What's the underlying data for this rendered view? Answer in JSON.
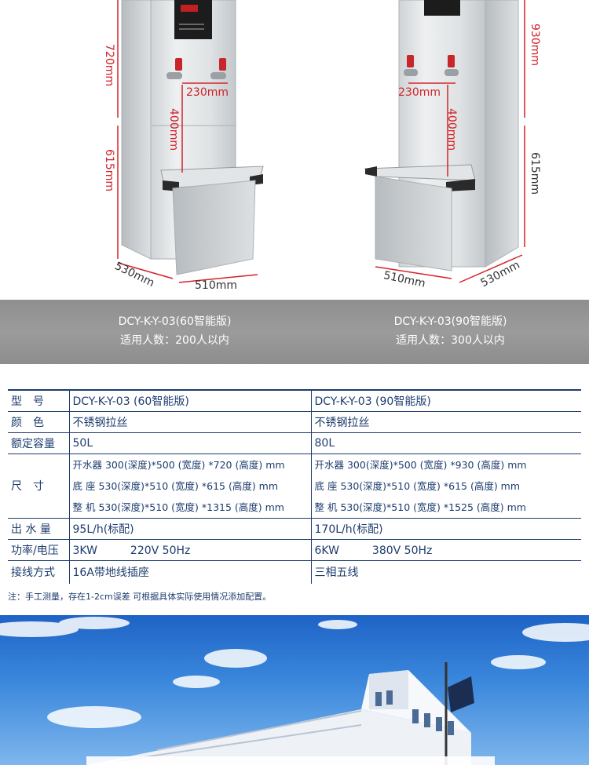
{
  "dimensions": {
    "left": {
      "height_upper": "720mm",
      "height_lower": "615mm",
      "tap_gap": "230mm",
      "tap_height": "400mm",
      "depth": "530mm",
      "width": "510mm"
    },
    "right": {
      "height_upper": "930mm",
      "height_lower": "615mm",
      "tap_gap": "230mm",
      "tap_height": "400mm",
      "depth": "530mm",
      "width": "510mm"
    }
  },
  "models": [
    {
      "name": "DCY-K-Y-03(60智能版)",
      "capacity": "适用人数：200人以内"
    },
    {
      "name": "DCY-K-Y-03(90智能版)",
      "capacity": "适用人数：300人以内"
    }
  ],
  "spec": {
    "rows": [
      {
        "label": "型　号",
        "col1": "DCY-K-Y-03 (60智能版)",
        "col2": "DCY-K-Y-03 (90智能版)"
      },
      {
        "label": "颜　色",
        "col1": "不锈钢拉丝",
        "col2": "不锈钢拉丝"
      },
      {
        "label": "额定容量",
        "col1": "50L",
        "col2": "80L"
      },
      {
        "label": "尺　寸",
        "col1_lines": [
          "开水器 300(深度)*500 (宽度) *720 (高度) mm",
          "底 座 530(深度)*510 (宽度) *615 (高度) mm",
          "整 机 530(深度)*510 (宽度) *1315 (高度) mm"
        ],
        "col2_lines": [
          "开水器 300(深度)*500 (宽度) *930 (高度) mm",
          "底 座 530(深度)*510 (宽度) *615 (高度) mm",
          "整 机 530(深度)*510 (宽度) *1525 (高度) mm"
        ]
      },
      {
        "label": "出 水 量",
        "col1": "95L/h(标配)",
        "col2": "170L/h(标配)"
      },
      {
        "label": "功率/电压",
        "col1": "3KW　　　220V 50Hz",
        "col2": "6KW　　　380V 50Hz"
      },
      {
        "label": "接线方式",
        "col1": "16A带地线插座",
        "col2": "三相五线"
      }
    ],
    "note": "注：手工测量，存在1-2cm误差 可根据具体实际使用情况添加配置。"
  },
  "colors": {
    "dimension_red": "#d2232a",
    "table_blue": "#1d3c6e",
    "banner_gray": "#959595"
  }
}
